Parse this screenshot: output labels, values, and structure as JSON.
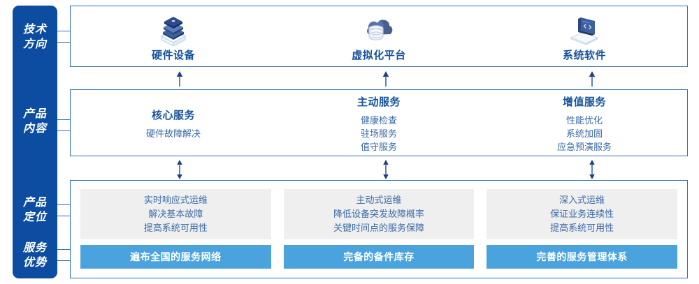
{
  "theme": {
    "rail_blue": "#0d4da1",
    "border_blue": "#2e6fb7",
    "title_blue": "#16529e",
    "body_blue": "#3a6aa8",
    "card_gray": "#efefef",
    "bar_blue": "#4ba3dd",
    "white": "#ffffff"
  },
  "rail": {
    "items": [
      {
        "name": "technology-direction",
        "line1": "技术",
        "line2": "方向"
      },
      {
        "name": "product-content",
        "line1": "产品",
        "line2": "内容"
      },
      {
        "name": "product-positioning",
        "line1": "产品",
        "line2": "定位"
      },
      {
        "name": "service-advantage",
        "line1": "服务",
        "line2": "优势"
      }
    ]
  },
  "technology": {
    "columns": [
      {
        "icon": "server-stack-icon",
        "label": "硬件设备"
      },
      {
        "icon": "cloud-database-icon",
        "label": "虚拟化平台"
      },
      {
        "icon": "laptop-code-icon",
        "label": "系统软件"
      }
    ]
  },
  "product_content": {
    "columns": [
      {
        "title": "核心服务",
        "items": [
          "硬件故障解决"
        ]
      },
      {
        "title": "主动服务",
        "items": [
          "健康检查",
          "驻场服务",
          "值守服务"
        ]
      },
      {
        "title": "增值服务",
        "items": [
          "性能优化",
          "系统加固",
          "应急预演服务"
        ]
      }
    ]
  },
  "product_positioning": {
    "cards": [
      {
        "lines": [
          "实时响应式运维",
          "解决基本故障",
          "提高系统可用性"
        ]
      },
      {
        "lines": [
          "主动式运维",
          "降低设备突发故障概率",
          "关键时间点的服务保障"
        ]
      },
      {
        "lines": [
          "深入式运维",
          "保证业务连续性",
          "提高系统可用性"
        ]
      }
    ]
  },
  "service_advantage": {
    "bars": [
      {
        "label": "遍布全国的服务网络"
      },
      {
        "label": "完备的备件库存"
      },
      {
        "label": "完善的服务管理体系"
      }
    ]
  },
  "arrows": {
    "up_arrows": [
      {
        "name": "arrow-up-hardware"
      },
      {
        "name": "arrow-up-virtualization"
      },
      {
        "name": "arrow-up-systemsoftware"
      }
    ],
    "double_arrows": [
      {
        "name": "arrow-updown-core"
      },
      {
        "name": "arrow-updown-proactive"
      },
      {
        "name": "arrow-updown-valueadd"
      }
    ]
  }
}
